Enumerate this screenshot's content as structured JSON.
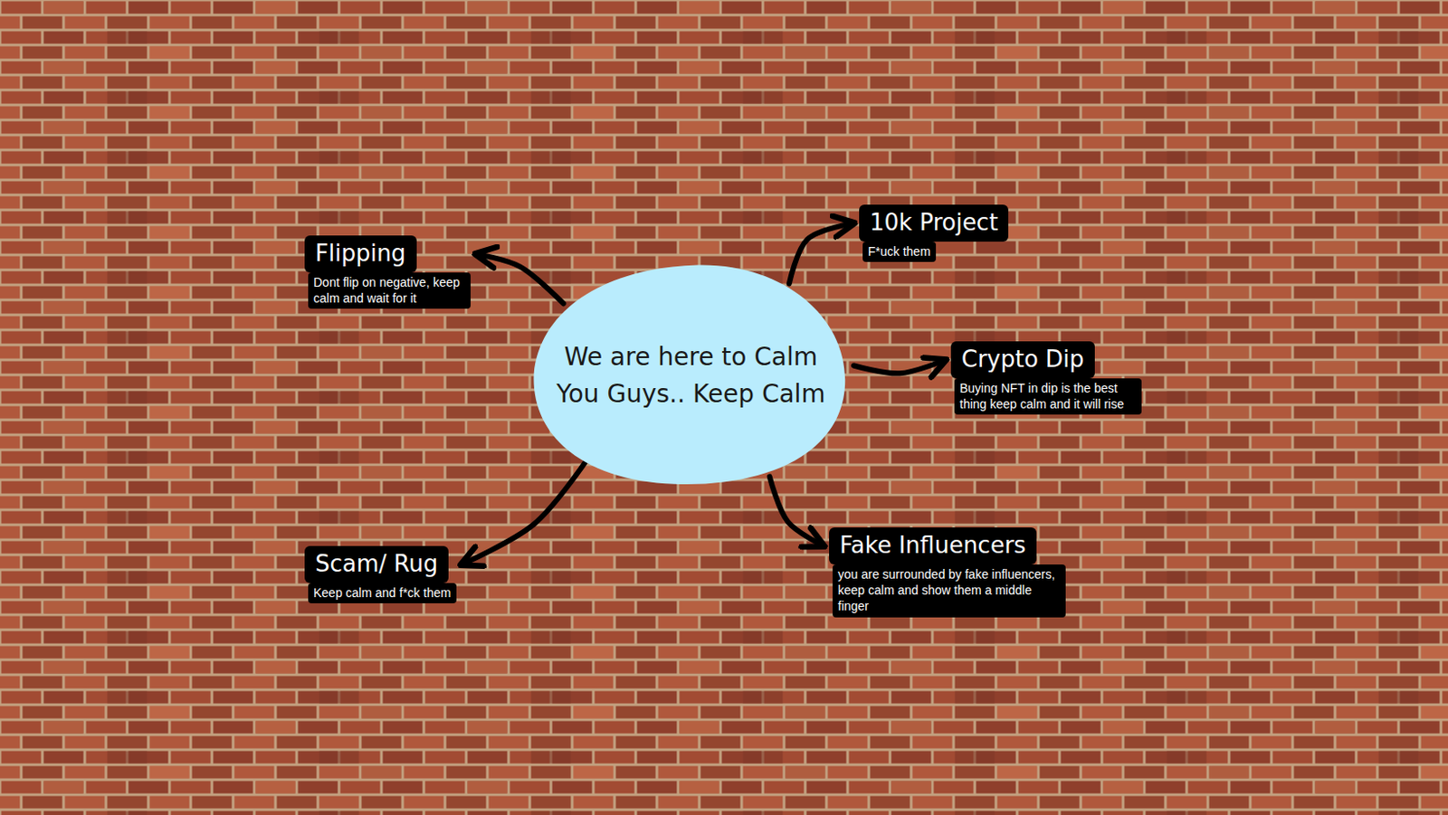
{
  "diagram": {
    "nodes": [
      {
        "text": [
          "We are here to Calm You Guys.. Keep Calm"
        ]
      },
      {
        "text": [
          "Flipping",
          "Dont flip on negative, keep calm and wait for it"
        ]
      },
      {
        "text": [
          "10k Project",
          "F*uck them"
        ]
      },
      {
        "text": [
          "Crypto Dip",
          "Buying NFT in dip is the best thing keep calm and it will rise"
        ]
      },
      {
        "text": [
          "Scam/ Rug",
          "Keep calm and f*ck them"
        ]
      },
      {
        "text": [
          "Fake Influencers",
          "you are surrounded by fake influencers, keep calm and show them a middle finger"
        ]
      }
    ],
    "edges": [
      {
        "from": 0,
        "to": 1,
        "arrow": "to"
      },
      {
        "from": 0,
        "to": 2,
        "arrow": "to"
      },
      {
        "from": 0,
        "to": 3,
        "arrow": "to"
      },
      {
        "from": 0,
        "to": 4,
        "arrow": "to"
      },
      {
        "from": 0,
        "to": 5,
        "arrow": "to"
      }
    ]
  }
}
